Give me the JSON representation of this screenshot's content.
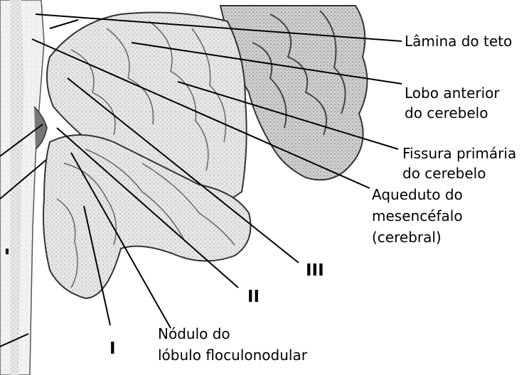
{
  "labels": {
    "lamina_teto": "Lâmina do teto",
    "lobo_anterior_1": "Lobo anterior",
    "lobo_anterior_2": "do cerebelo",
    "fissura_1": "Fissura primária",
    "fissura_2": "do cerebelo",
    "aqueduto_1": "Aqueduto do",
    "aqueduto_2": "mesencéfalo",
    "aqueduto_3": "(cerebral)",
    "num_III": "III",
    "num_II": "II",
    "num_I": "I",
    "nodulo_1": "Nódulo do",
    "nodulo_2": "lóbulo floculonodular"
  }
}
